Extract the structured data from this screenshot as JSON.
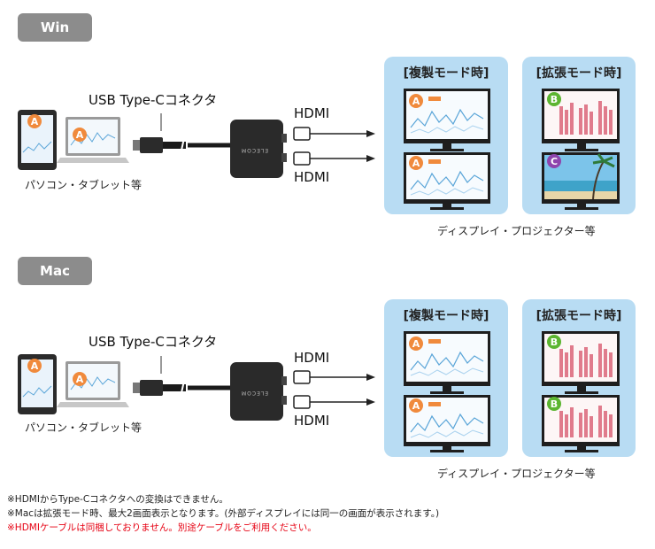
{
  "sections": [
    {
      "os_label": "Win",
      "usb_label": "USB Type-Cコネクタ",
      "hdmi_top": "HDMI",
      "hdmi_bottom": "HDMI",
      "devices_label": "パソコン・タブレット等",
      "display_label": "ディスプレイ・プロジェクター等",
      "mirror_title": "[複製モード時]",
      "extend_title": "[拡張モード時]",
      "source_badges": [
        "A",
        "A"
      ],
      "mirror_badges": [
        "A",
        "A"
      ],
      "extend_badges": [
        "B",
        "C"
      ]
    },
    {
      "os_label": "Mac",
      "usb_label": "USB Type-Cコネクタ",
      "hdmi_top": "HDMI",
      "hdmi_bottom": "HDMI",
      "devices_label": "パソコン・タブレット等",
      "display_label": "ディスプレイ・プロジェクター等",
      "mirror_title": "[複製モード時]",
      "extend_title": "[拡張モード時]",
      "source_badges": [
        "A",
        "A"
      ],
      "mirror_badges": [
        "A",
        "A"
      ],
      "extend_badges": [
        "B",
        "B"
      ]
    }
  ],
  "adapter_brand": "ELECOM",
  "notes": {
    "line1": "※HDMIからType-Cコネクタへの変換はできません。",
    "line2": "※Macは拡張モード時、最大2画面表示となります。(外部ディスプレイには同一の画面が表示されます。)",
    "line3": "※HDMIケーブルは同梱しておりません。別途ケーブルをご利用ください。"
  },
  "colors": {
    "badge_a": "#f08a3c",
    "badge_b": "#5cb531",
    "badge_c": "#8e44ad",
    "panel_bg": "#b8dcf3",
    "os_badge": "#8c8c8c",
    "note_red": "#e60012"
  }
}
